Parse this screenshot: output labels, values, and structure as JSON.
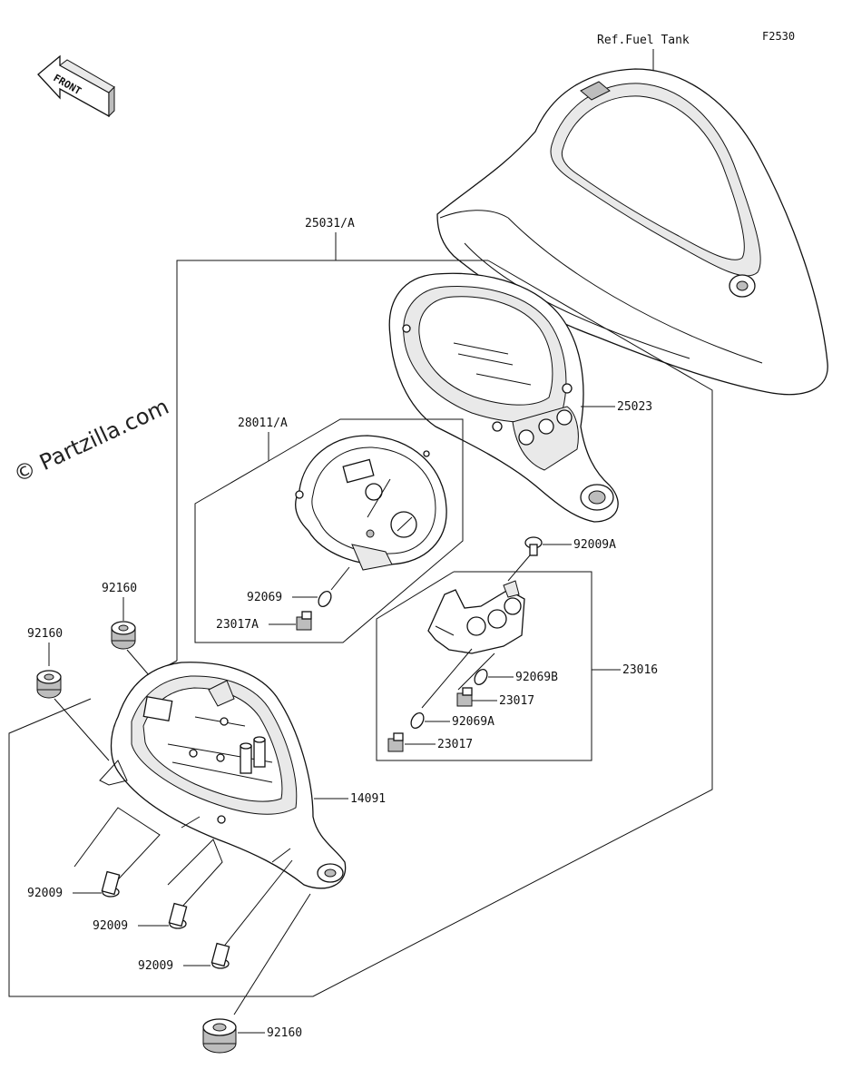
{
  "diagram": {
    "figure_code": "F2530",
    "watermark": "© Partzilla.com",
    "front_label": "FRONT",
    "ref_label": "Ref.Fuel Tank",
    "parts": {
      "p25031A": "25031/A",
      "p25023": "25023",
      "p28011A": "28011/A",
      "p92009A": "92009A",
      "p92069": "92069",
      "p23017A": "23017A",
      "p92160_a": "92160",
      "p92160_b": "92160",
      "p92160_c": "92160",
      "p23016": "23016",
      "p92069B": "92069B",
      "p23017_a": "23017",
      "p92069A": "92069A",
      "p23017_b": "23017",
      "p14091": "14091",
      "p92009_a": "92009",
      "p92009_b": "92009",
      "p92009_c": "92009"
    }
  }
}
